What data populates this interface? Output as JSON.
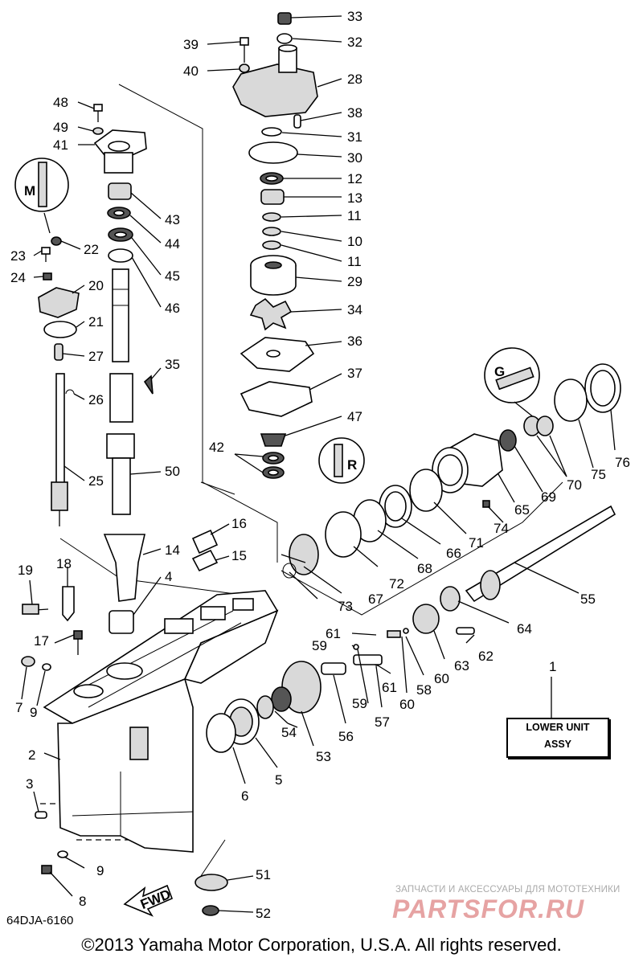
{
  "diagram": {
    "reference_code": "64DJA-6160",
    "copyright": "©2013 Yamaha Motor Corporation, U.S.A. All rights reserved.",
    "assembly_box": {
      "line1": "LOWER UNIT",
      "line2": "ASSY"
    },
    "fwd_arrow_label": "FWD",
    "watermark": {
      "caption": "ЗАПЧАСТИ И АКСЕССУАРЫ ДЛЯ МОТОТЕХНИКИ",
      "logo": "PARTSFOR.RU"
    },
    "labels": {
      "p1": "1",
      "p2": "2",
      "p3": "3",
      "p4": "4",
      "p5": "5",
      "p6": "6",
      "p7": "7",
      "p8": "8",
      "p9a": "9",
      "p9b": "9",
      "p10": "10",
      "p11a": "11",
      "p11b": "11",
      "p12": "12",
      "p13": "13",
      "p14": "14",
      "p15": "15",
      "p16": "16",
      "p17": "17",
      "p18": "18",
      "p19": "19",
      "p20": "20",
      "p21": "21",
      "p22": "22",
      "p23": "23",
      "p24": "24",
      "p25": "25",
      "p26": "26",
      "p27": "27",
      "p28": "28",
      "p29": "29",
      "p30": "30",
      "p31": "31",
      "p32": "32",
      "p33": "33",
      "p34": "34",
      "p35": "35",
      "p36": "36",
      "p37": "37",
      "p38": "38",
      "p39": "39",
      "p40": "40",
      "p41": "41",
      "p42": "42",
      "p43": "43",
      "p44": "44",
      "p45": "45",
      "p46": "46",
      "p47": "47",
      "p48": "48",
      "p49": "49",
      "p50": "50",
      "p51": "51",
      "p52": "52",
      "p53": "53",
      "p54": "54",
      "p55": "55",
      "p56": "56",
      "p57": "57",
      "p58": "58",
      "p59a": "59",
      "p59b": "59",
      "p60a": "60",
      "p60b": "60",
      "p61a": "61",
      "p61b": "61",
      "p62": "62",
      "p63": "63",
      "p64": "64",
      "p65": "65",
      "p66": "66",
      "p67": "67",
      "p68": "68",
      "p69": "69",
      "p70": "70",
      "p71": "71",
      "p72": "72",
      "p73": "73",
      "p74": "74",
      "p75": "75",
      "p76": "76"
    },
    "symbols": {
      "sym_left": "M",
      "sym_mid": "R",
      "sym_right": "G"
    }
  }
}
